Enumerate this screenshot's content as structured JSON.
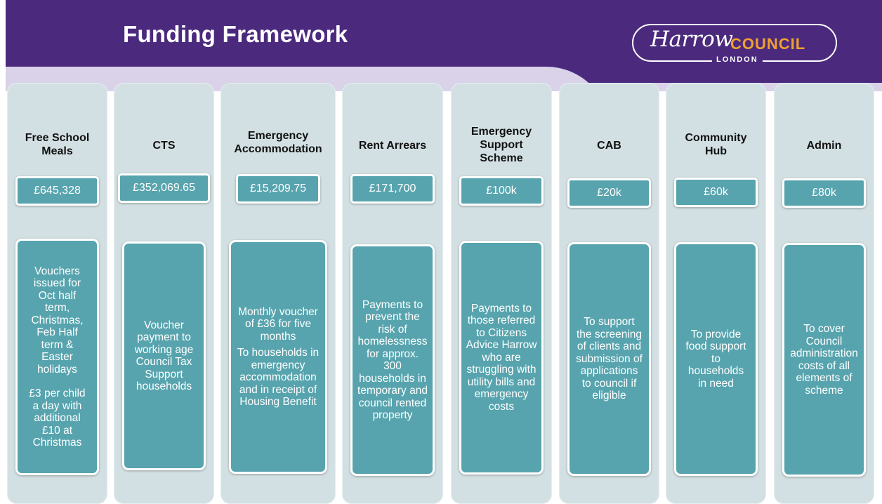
{
  "header": {
    "title": "Funding Framework",
    "logo": {
      "script": "Harrow",
      "council": "COUNCIL",
      "sub": "LONDON"
    }
  },
  "colors": {
    "header": "#4b2a7e",
    "panel": "#d3e0e3",
    "box": "#57a4ae",
    "logo_accent": "#f0a030"
  },
  "columns": [
    {
      "title": "Free School Meals",
      "amount": "£645,328",
      "desc": [
        "Vouchers issued for Oct half term, Christmas, Feb Half term & Easter holidays",
        "£3 per child a day with additional £10 at Christmas"
      ]
    },
    {
      "title": "CTS",
      "amount": "£352,069.65",
      "desc": [
        "Voucher payment to working age Council Tax Support households"
      ]
    },
    {
      "title": "Emergency Accommodation",
      "amount": "£15,209.75",
      "desc": [
        "Monthly voucher of £36 for five months",
        "To households in emergency accommodation and in receipt of Housing Benefit"
      ]
    },
    {
      "title": "Rent Arrears",
      "amount": "£171,700",
      "desc": [
        "Payments to prevent the risk of homelessness for approx. 300 households in temporary and council rented property"
      ]
    },
    {
      "title": "Emergency Support Scheme",
      "amount": "£100k",
      "desc": [
        "Payments to those referred to Citizens Advice Harrow who are struggling with utility bills and emergency costs"
      ]
    },
    {
      "title": "CAB",
      "amount": "£20k",
      "desc": [
        "To support the screening of clients and submission of applications to council if eligible"
      ]
    },
    {
      "title": "Community Hub",
      "amount": "£60k",
      "desc": [
        "To provide food support to households in need"
      ]
    },
    {
      "title": "Admin",
      "amount": "£80k",
      "desc": [
        "To cover Council administration costs of all elements of scheme"
      ]
    }
  ]
}
